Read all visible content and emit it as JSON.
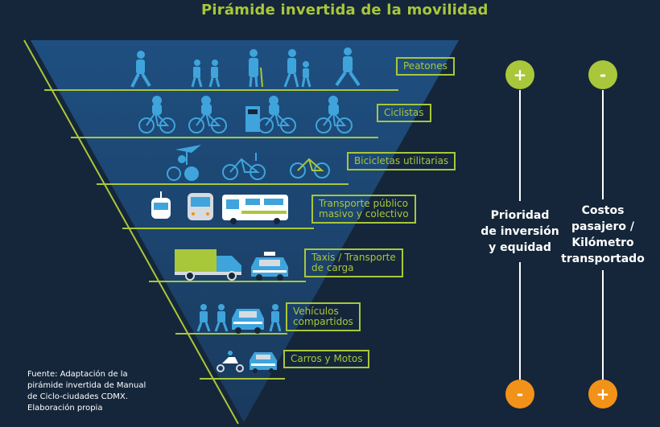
{
  "title": "Pirámide invertida de la movilidad",
  "levels": [
    {
      "label": "Peatones"
    },
    {
      "label": "Ciclistas"
    },
    {
      "label": "Bicicletas utilitarias"
    },
    {
      "label": "Transporte público\nmasivo y colectivo"
    },
    {
      "label": "Taxis / Transporte\nde carga"
    },
    {
      "label": "Vehículos\ncompartidos"
    },
    {
      "label": "Carros y Motos"
    }
  ],
  "left_axis": {
    "title": "Prioridad\nde inversión\ny equidad",
    "top_symbol": "+",
    "bottom_symbol": "-"
  },
  "right_axis": {
    "title": "Costos\npasajero /\nKilómetro\ntransportado",
    "top_symbol": "-",
    "bottom_symbol": "+"
  },
  "source": "Fuente: Adaptación de la\npirámide invertida de Manual\nde Ciclo-ciudades CDMX.\nElaboración propia",
  "colors": {
    "background": "#15263a",
    "triangle": "#1e4a78",
    "accent": "#a8c73a",
    "orange": "#f29219",
    "icon": "#3fa4dc"
  }
}
